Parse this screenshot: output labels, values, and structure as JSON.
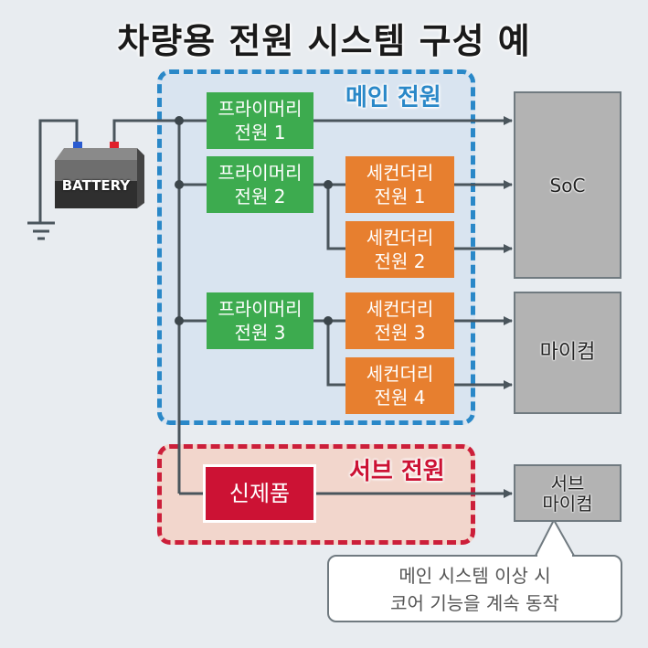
{
  "title": "차량용 전원 시스템 구성 예",
  "battery": {
    "label": "BATTERY"
  },
  "groups": {
    "main": {
      "label": "메인 전원",
      "color": "#2a88c8"
    },
    "sub": {
      "label": "서브 전원",
      "color": "#cc1f3a"
    }
  },
  "primary": [
    {
      "line1": "프라이머리",
      "line2": "전원 1"
    },
    {
      "line1": "프라이머리",
      "line2": "전원 2"
    },
    {
      "line1": "프라이머리",
      "line2": "전원 3"
    }
  ],
  "secondary": [
    {
      "line1": "세컨더리",
      "line2": "전원 1"
    },
    {
      "line1": "세컨더리",
      "line2": "전원 2"
    },
    {
      "line1": "세컨더리",
      "line2": "전원 3"
    },
    {
      "line1": "세컨더리",
      "line2": "전원 4"
    }
  ],
  "new_product": {
    "label": "신제품"
  },
  "loads": {
    "soc": "SoC",
    "micom": "마이컴",
    "sub_micom_line1": "서브",
    "sub_micom_line2": "마이컴"
  },
  "callout": {
    "line1": "메인 시스템 이상 시",
    "line2": "코어 기능을 계속 동작"
  },
  "colors": {
    "primary": "#3dab4f",
    "secondary": "#e77f2f",
    "new_product": "#cc1234",
    "load": "#b3b3b3",
    "wire": "#4a555c"
  }
}
